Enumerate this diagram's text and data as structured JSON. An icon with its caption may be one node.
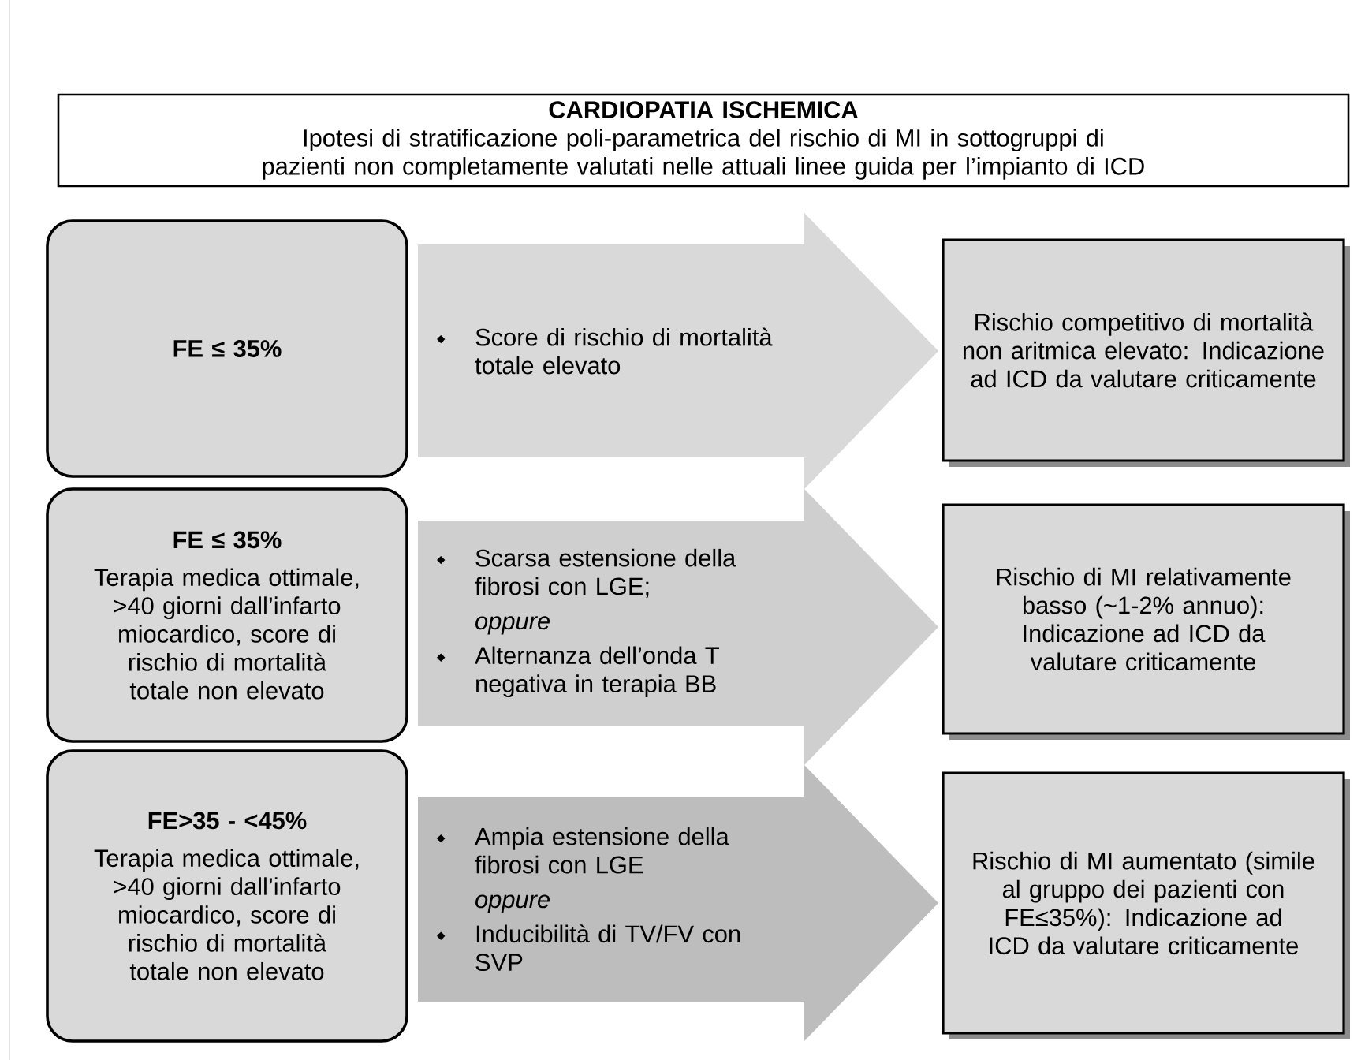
{
  "diagram": {
    "nodes": [
      {
        "text": [
          "CARDIOPATIA ISCHEMICA",
          "Ipotesi di stratificazione poli-parametrica del rischio di MI in sottogruppi di pazienti non completamente valutati nelle attuali linee guida per l’impianto di ICD"
        ]
      },
      {
        "text": [
          "FE ≤ 35%"
        ]
      },
      {
        "text": [
          "Score di rischio di mortalità totale elevato"
        ]
      },
      {
        "text": [
          "Rischio competitivo di mortalità non aritmica elevato: Indicazione ad ICD da valutare criticamente"
        ]
      },
      {
        "text": [
          "FE ≤ 35%",
          "Terapia medica ottimale, >40 giorni dall’infarto miocardico, score di rischio di mortalità totale non elevato"
        ]
      },
      {
        "text": [
          "Scarsa estensione della fibrosi con LGE;",
          "oppure",
          "Alternanza dell’onda T negativa in terapia BB"
        ]
      },
      {
        "text": [
          "Rischio di MI relativamente basso (~1-2% annuo): Indicazione ad ICD da valutare criticamente"
        ]
      },
      {
        "text": [
          "FE>35 - <45%",
          "Terapia medica ottimale, >40 giorni dall’infarto miocardico, score di rischio di mortalità totale non elevato"
        ]
      },
      {
        "text": [
          "Ampia estensione della fibrosi con LGE",
          "oppure",
          "Inducibilità di TV/FV con SVP"
        ]
      },
      {
        "text": [
          "Rischio di MI aumentato (simile al gruppo dei pazienti con FE≤35%): Indicazione ad ICD da valutare criticamente"
        ]
      }
    ]
  }
}
